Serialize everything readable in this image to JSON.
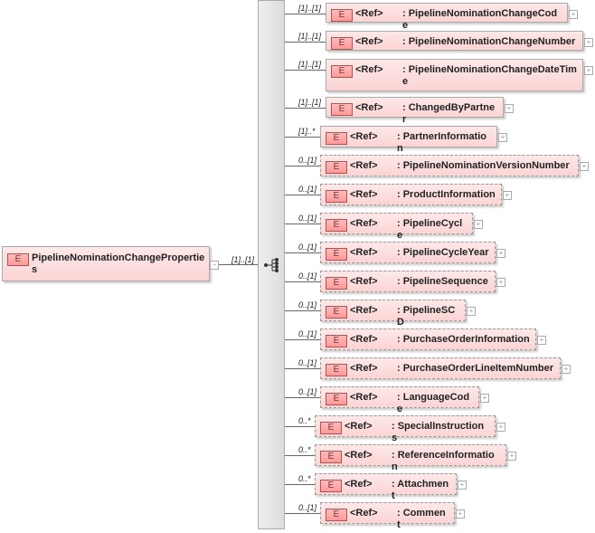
{
  "root": {
    "badge": "E",
    "name": "PipelineNominationChangeProperties",
    "cardinality": "[1]..[1]"
  },
  "ref_label": "<Ref>",
  "children": [
    {
      "name": ": PipelineNominationChangeCode",
      "cardinality": "[1]..[1]",
      "optional": false
    },
    {
      "name": ": PipelineNominationChangeNumber",
      "cardinality": "[1]..[1]",
      "optional": false
    },
    {
      "name": ": PipelineNominationChangeDateTime",
      "cardinality": "[1]..[1]",
      "optional": false
    },
    {
      "name": ": ChangedByPartner",
      "cardinality": "[1]..[1]",
      "optional": false
    },
    {
      "name": ": PartnerInformation",
      "cardinality": "[1]..*",
      "optional": false
    },
    {
      "name": ": PipelineNominationVersionNumber",
      "cardinality": "0..[1]",
      "optional": true
    },
    {
      "name": ": ProductInformation",
      "cardinality": "0..[1]",
      "optional": true
    },
    {
      "name": ": PipelineCycle",
      "cardinality": "0..[1]",
      "optional": true
    },
    {
      "name": ": PipelineCycleYear",
      "cardinality": "0..[1]",
      "optional": true
    },
    {
      "name": ": PipelineSequence",
      "cardinality": "0..[1]",
      "optional": true
    },
    {
      "name": ": PipelineSCD",
      "cardinality": "0..[1]",
      "optional": true
    },
    {
      "name": ": PurchaseOrderInformation",
      "cardinality": "0..[1]",
      "optional": true
    },
    {
      "name": ": PurchaseOrderLineItemNumber",
      "cardinality": "0..[1]",
      "optional": true
    },
    {
      "name": ": LanguageCode",
      "cardinality": "0..[1]",
      "optional": true
    },
    {
      "name": ": SpecialInstructions",
      "cardinality": "0..*",
      "optional": true
    },
    {
      "name": ": ReferenceInformation",
      "cardinality": "0..*",
      "optional": true
    },
    {
      "name": ": Attachment",
      "cardinality": "0..*",
      "optional": true
    },
    {
      "name": ": Comment",
      "cardinality": "0..[1]",
      "optional": true
    }
  ]
}
